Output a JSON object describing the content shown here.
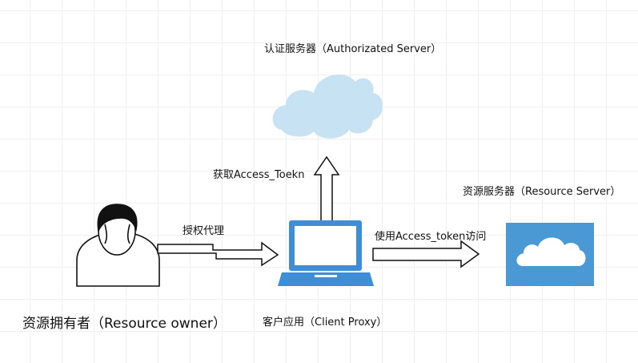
{
  "labels": {
    "auth_server": "认证服务器（Authorizated Server）",
    "get_token": "获取Access_Toekn",
    "resource_server": "资源服务器（Resource Server）",
    "authorize_proxy": "授权代理",
    "use_token": "使用Access_token访问",
    "resource_owner": "资源拥有者（Resource owner）",
    "client_proxy": "客户应用（Client Proxy）"
  },
  "colors": {
    "cloud_light": "#c7e2f3",
    "laptop_blue": "#3d8ed7",
    "server_blue": "#4a98d4",
    "outline": "#111111"
  },
  "icons": {
    "auth_server": "cloud-icon",
    "resource_server": "cloud-box-icon",
    "client": "laptop-icon",
    "owner": "person-icon"
  }
}
